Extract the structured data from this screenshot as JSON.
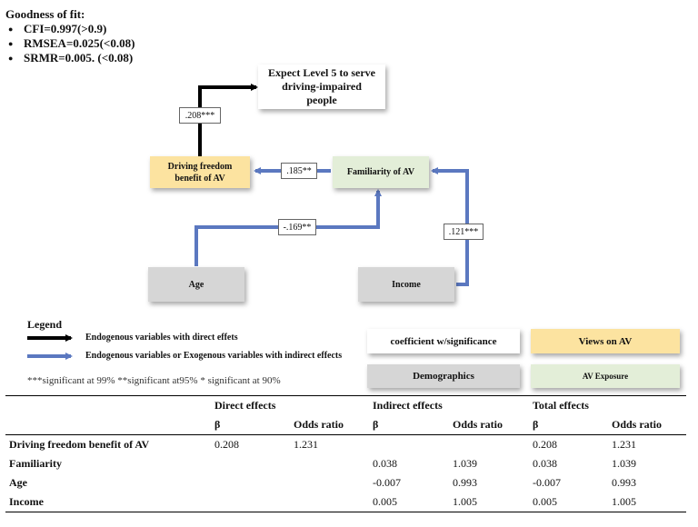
{
  "goodness_of_fit": {
    "title": "Goodness of fit:",
    "items": [
      "CFI=0.997(>0.9)",
      "RMSEA=0.025(<0.08)",
      "SRMR=0.005. (<0.08)"
    ]
  },
  "nodes": {
    "expect_level5": "Expect Level 5 to serve driving-impaired people",
    "driving_freedom": "Driving freedom benefit of AV",
    "familiarity": "Familiarity of AV",
    "age": "Age",
    "income": "Income"
  },
  "paths": {
    "driving_to_expect": ".208***",
    "familiarity_to_driving": ".185**",
    "age_to_familiarity": "-.169**",
    "income_to_familiarity": ".121***"
  },
  "legend": {
    "title": "Legend",
    "black_arrow": "Endogenous variables with direct effets",
    "blue_arrow": "Endogenous variables or  Exogenous variables with indirect effects",
    "coefficient_box": "coefficient w/significance",
    "views_box": "Views on AV",
    "demographics_box": "Demographics",
    "exposure_box": "AV Exposure",
    "significance": "***significant at 99%   **significant at95%   * significant at 90%"
  },
  "colors": {
    "views": "#fce3a0",
    "exposure": "#e3eed8",
    "demographics": "#d6d6d6",
    "blue_arrow": "#5b78c0",
    "black_arrow": "#000000"
  },
  "table": {
    "groups": [
      "Direct effects",
      "Indirect effects",
      "Total effects"
    ],
    "subheaders": [
      "β",
      "Odds ratio",
      "β",
      "Odds ratio",
      "β",
      "Odds ratio"
    ],
    "rows": [
      {
        "label": "Driving freedom benefit of AV",
        "cells": [
          "0.208",
          "1.231",
          "",
          "",
          "0.208",
          "1.231"
        ]
      },
      {
        "label": "Familiarity",
        "cells": [
          "",
          "",
          "0.038",
          "1.039",
          "0.038",
          "1.039"
        ]
      },
      {
        "label": "Age",
        "cells": [
          "",
          "",
          "-0.007",
          "0.993",
          "-0.007",
          "0.993"
        ]
      },
      {
        "label": "Income",
        "cells": [
          "",
          "",
          "0.005",
          "1.005",
          "0.005",
          "1.005"
        ]
      }
    ]
  }
}
